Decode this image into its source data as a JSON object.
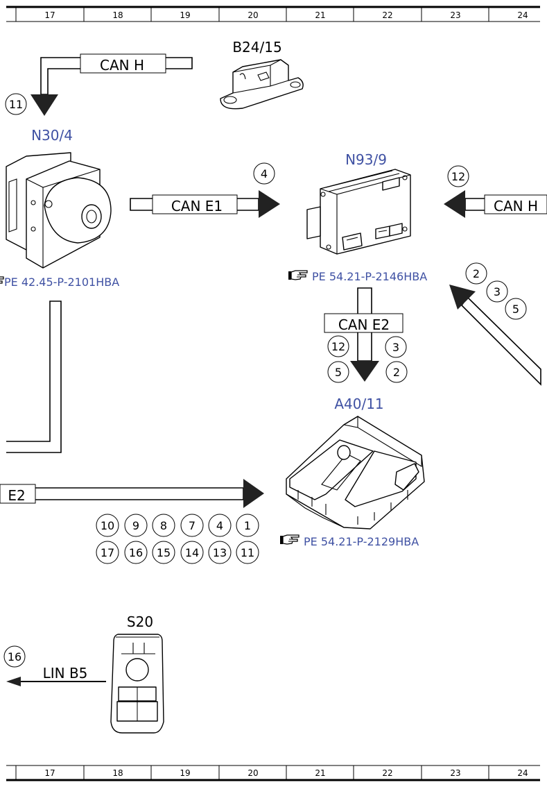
{
  "ruler": {
    "columns": [
      "17",
      "18",
      "19",
      "20",
      "21",
      "22",
      "23",
      "24"
    ]
  },
  "components": {
    "b24_15": {
      "code": "B24/15"
    },
    "n30_4": {
      "code": "N30/4",
      "ref": "PE 42.45-P-2101HBA"
    },
    "n93_9": {
      "code": "N93/9",
      "ref": "PE 54.21-P-2146HBA"
    },
    "a40_11": {
      "code": "A40/11",
      "ref": "PE 54.21-P-2129HBA"
    },
    "s20": {
      "code": "S20"
    }
  },
  "buses": {
    "can_h_top": "CAN H",
    "can_e1": "CAN E1",
    "can_h_right": "CAN H",
    "can_e2_mid": "CAN E2",
    "can_e2_left": "E2",
    "lin_b5": "LIN B5"
  },
  "markers": {
    "can_h_top": [
      "11"
    ],
    "can_e1": [
      "4"
    ],
    "can_h_right": [
      "12"
    ],
    "diag_arrow": [
      "2",
      "3",
      "5"
    ],
    "can_e2_mid": [
      "12",
      "3",
      "5",
      "2"
    ],
    "a40_row1": [
      "10",
      "9",
      "8",
      "7",
      "4",
      "1"
    ],
    "a40_row2": [
      "17",
      "16",
      "15",
      "14",
      "13",
      "11"
    ],
    "lin_b5": [
      "16"
    ]
  },
  "icons": {
    "reference": "pointing-hand-icon"
  },
  "colors": {
    "component_label": "#3f51a3",
    "line": "#000000"
  }
}
